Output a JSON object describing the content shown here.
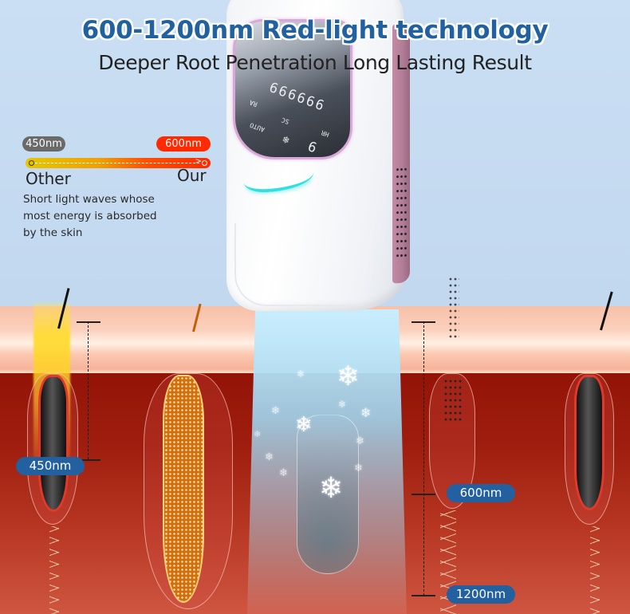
{
  "header": {
    "title": "600-1200nm Red-light technology",
    "subtitle": "Deeper Root Penetration Long Lasting Result"
  },
  "comparison": {
    "left_badge": "450nm",
    "right_badge": "600nm",
    "left_label": "Other",
    "right_label": "Our",
    "description": "Short light waves whose most energy is absorbed by the skin",
    "colors": {
      "left_badge": "#6a6a6a",
      "right_badge": "#ff2a00",
      "gradient_start": "#e6c600",
      "gradient_end": "#ff2a00"
    }
  },
  "device": {
    "display": {
      "counter": "999999",
      "labels": [
        "RA",
        "SC",
        "AUTO",
        "HR"
      ],
      "level": "9",
      "mode_icon": "snowflake-icon"
    },
    "indicator_color": "#2fe0e0",
    "accent_color": "#c58aa6"
  },
  "depth_markers": {
    "short": "450nm",
    "mid": "600nm",
    "deep": "1200nm",
    "badge_color": "#22609f"
  },
  "colors": {
    "sky": "#c2d8ef",
    "skin": "#f7c0a8",
    "dermis": "#9a1a0c",
    "title": "#22619f"
  }
}
